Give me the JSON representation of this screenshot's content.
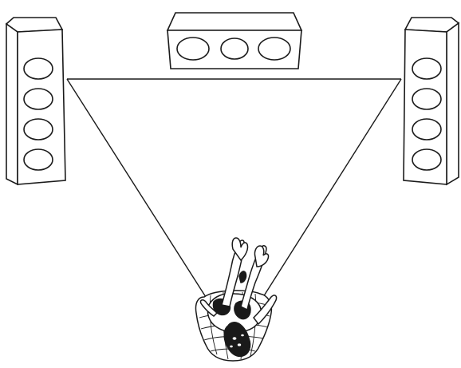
{
  "colors": {
    "background": "#ffffff",
    "stroke": "#1a1a1a",
    "fill": "#ffffff",
    "hair": "#1a1a1a"
  },
  "diagram": {
    "speakers": [
      {
        "name": "left-speaker",
        "drivers": 4
      },
      {
        "name": "center-speaker",
        "drivers": 3
      },
      {
        "name": "right-speaker",
        "drivers": 4
      }
    ],
    "listener": {
      "name": "listener"
    },
    "icons": [
      "speaker-icon",
      "listener-icon"
    ]
  }
}
